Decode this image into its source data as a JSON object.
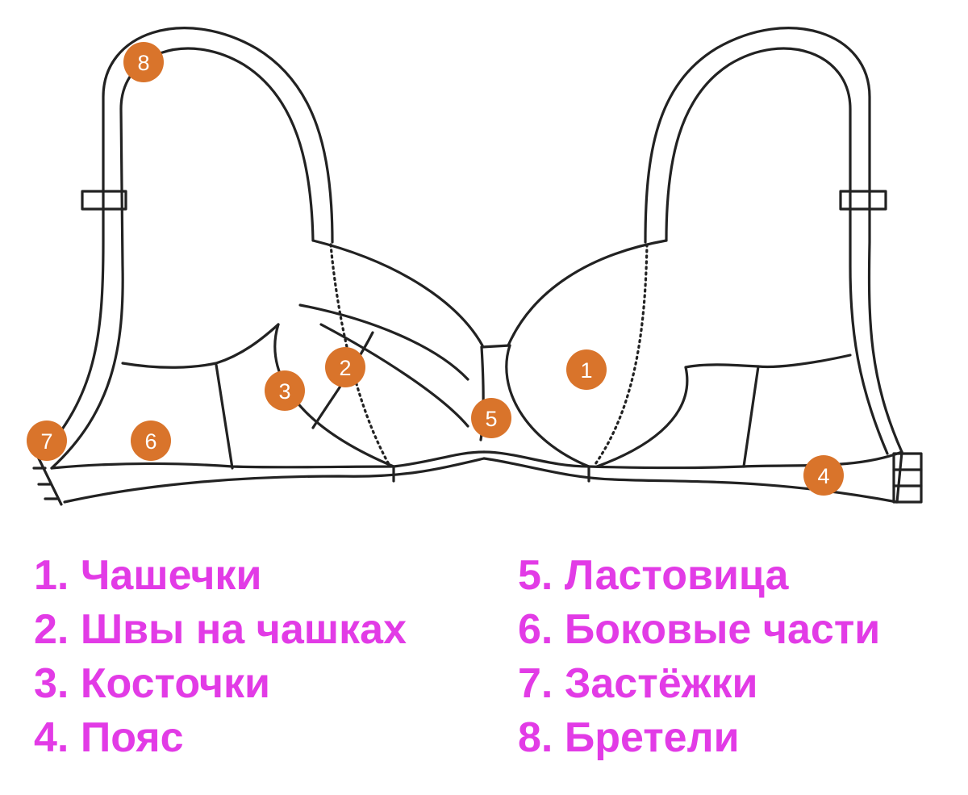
{
  "colors": {
    "marker_fill": "#d9742b",
    "marker_text": "#ffffff",
    "legend_text": "#e23be6",
    "outline": "#222222"
  },
  "markers": [
    {
      "number": "1"
    },
    {
      "number": "2"
    },
    {
      "number": "3"
    },
    {
      "number": "4"
    },
    {
      "number": "5"
    },
    {
      "number": "6"
    },
    {
      "number": "7"
    },
    {
      "number": "8"
    }
  ],
  "legend": {
    "left": [
      "1. Чашечки",
      "2. Швы на чашках",
      "3. Косточки",
      "4. Пояс"
    ],
    "right": [
      "5. Ластовица",
      "6. Боковые части",
      "7. Застёжки",
      "8. Бретели"
    ]
  }
}
